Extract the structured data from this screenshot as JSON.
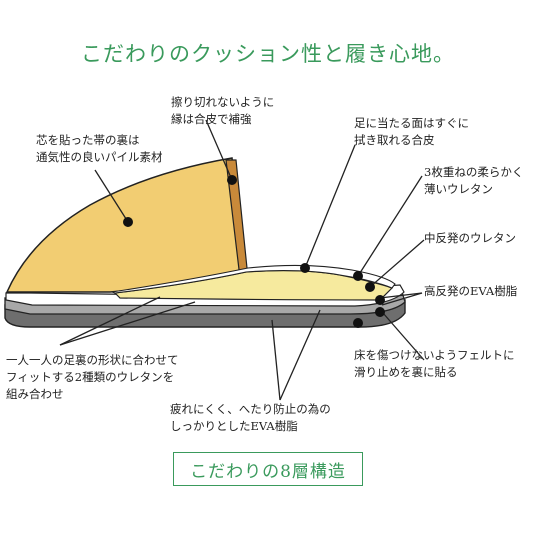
{
  "heading": "こだわりのクッション性と履き心地。",
  "labels": {
    "top_band": [
      "芯を貼った帯の裏は",
      "通気性の良いパイル素材"
    ],
    "edge": [
      "擦り切れないように",
      "縁は合皮で補強"
    ],
    "surface": [
      "足に当たる面はすぐに",
      "拭き取れる合皮"
    ],
    "triple": [
      "3枚重ねの柔らかく",
      "薄いウレタン"
    ],
    "mid": [
      "中反発のウレタン"
    ],
    "high": [
      "高反発のEVA樹脂"
    ],
    "felt": [
      "床を傷つけないようフェルトに",
      "滑り止めを裏に貼る"
    ],
    "fit": [
      "一人一人の足裏の形状に合わせて",
      "フィットする2種類のウレタンを",
      "組み合わせ"
    ],
    "eva": [
      "疲れにくく、へたり防止の為の",
      "しっかりとしたEVA樹脂"
    ]
  },
  "footer": "こだわりの8層構造",
  "colors": {
    "heading": "#3a9a5c",
    "band": "#f2cd72",
    "urethane": "#f6ea9e",
    "edge": "#c98a3a",
    "sole_gray": "#8a8a8a",
    "sole_dark": "#555555"
  }
}
